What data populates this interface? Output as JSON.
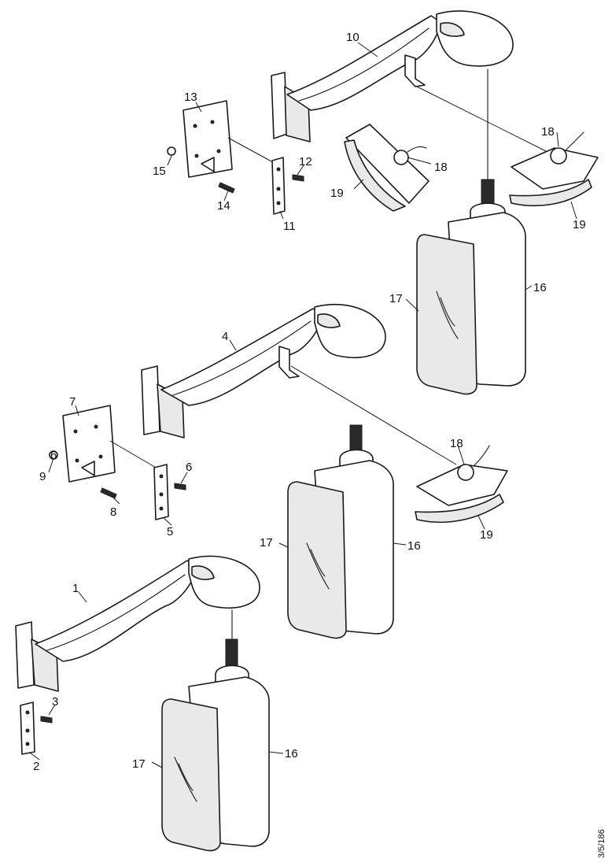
{
  "callouts": {
    "c1": "1",
    "c2": "2",
    "c3": "3",
    "c4": "4",
    "c5": "5",
    "c6": "6",
    "c7": "7",
    "c8": "8",
    "c9": "9",
    "c10": "10",
    "c11": "11",
    "c12": "12",
    "c13": "13",
    "c14": "14",
    "c15": "15",
    "c16": "16",
    "c17": "17",
    "c18": "18",
    "c19": "19"
  },
  "document_number": "3/5/186"
}
